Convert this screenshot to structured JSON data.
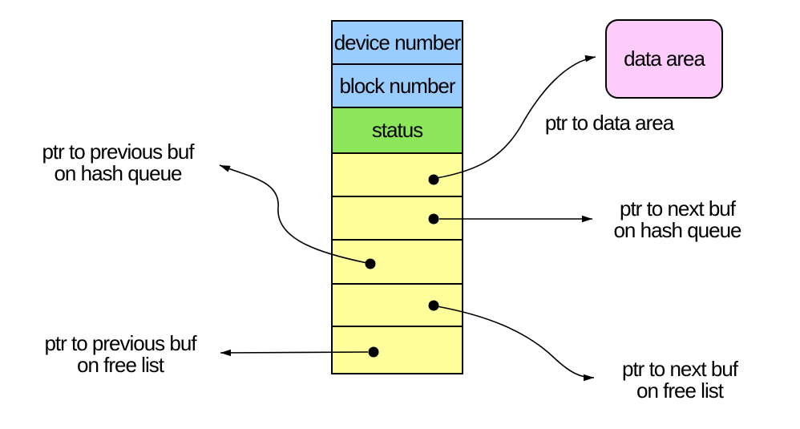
{
  "colors": {
    "field_blue": "#99ccff",
    "field_green": "#8ce65a",
    "field_yellow": "#ffff9c",
    "data_area_pink": "#fdccfb",
    "line_black": "#000000"
  },
  "buffer_header_table": {
    "fields": [
      {
        "label": "device number",
        "fill": "#99ccff"
      },
      {
        "label": "block number",
        "fill": "#99ccff"
      },
      {
        "label": "status",
        "fill": "#8ce65a"
      },
      {
        "label": "",
        "fill": "#ffff9c"
      },
      {
        "label": "",
        "fill": "#ffff9c"
      },
      {
        "label": "",
        "fill": "#ffff9c"
      },
      {
        "label": "",
        "fill": "#ffff9c"
      },
      {
        "label": "",
        "fill": "#ffff9c"
      }
    ]
  },
  "data_area_box": {
    "label": "data area"
  },
  "pointer_labels": {
    "ptr_to_data_area": "ptr to data area",
    "prev_hash": "ptr to previous buf\non hash queue",
    "next_hash": "ptr to next buf\non hash queue",
    "prev_free": "ptr to previous buf\non free list",
    "next_free": "ptr to next buf\non free list"
  }
}
